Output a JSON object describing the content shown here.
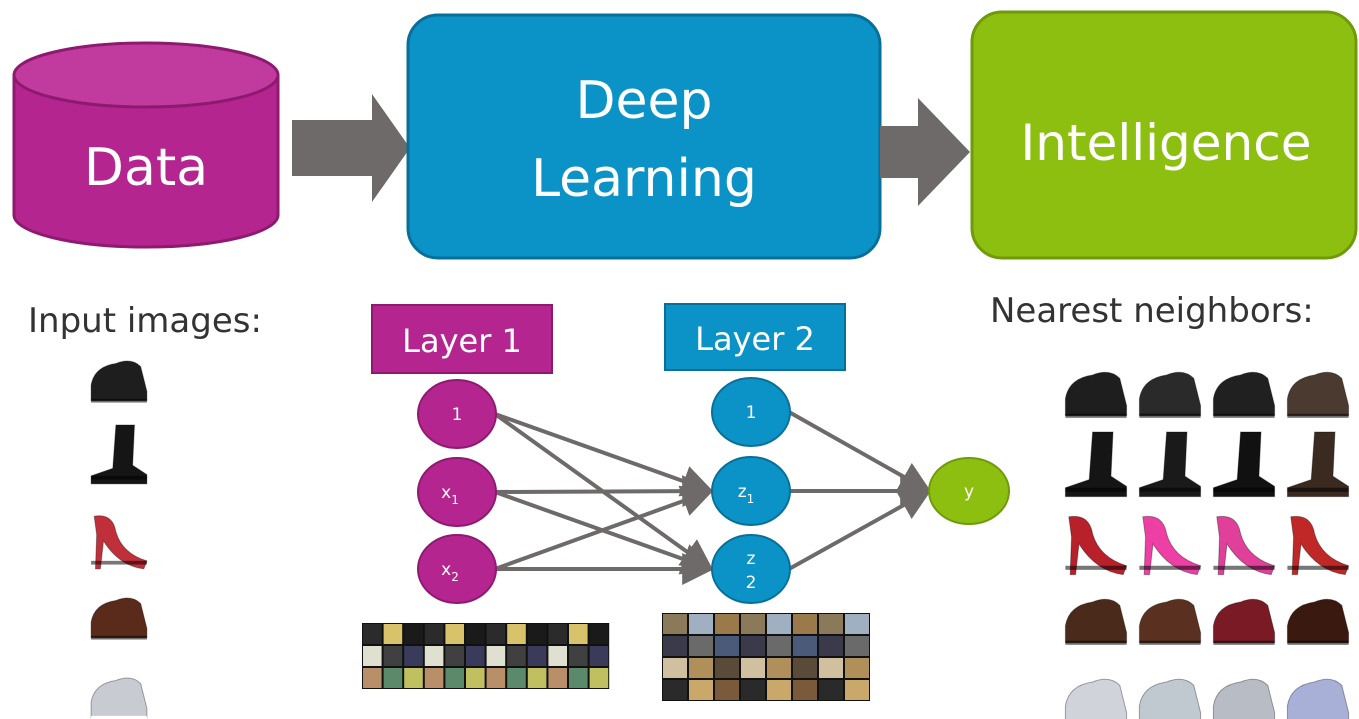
{
  "pipeline": {
    "data_label": "Data",
    "deep_learning_line1": "Deep",
    "deep_learning_line2": "Learning",
    "intelligence_label": "Intelligence"
  },
  "sections": {
    "input_images": "Input images:",
    "nearest_neighbors": "Nearest neighbors:"
  },
  "network": {
    "layer1_label": "Layer 1",
    "layer2_label": "Layer 2",
    "layer1_nodes": [
      {
        "main": "1",
        "sub": ""
      },
      {
        "main": "x",
        "sub": "1"
      },
      {
        "main": "x",
        "sub": "2"
      }
    ],
    "layer2_nodes": [
      {
        "main": "1",
        "sub": ""
      },
      {
        "main": "z",
        "sub": "1"
      },
      {
        "main": "z",
        "sub": "2"
      }
    ],
    "output_node": "y"
  },
  "colors": {
    "magenta": "#b5258f",
    "blue": "#0b93c7",
    "green": "#8dbf10",
    "arrow_gray": "#6f6a6a"
  },
  "shoe_rows": [
    "sneaker",
    "boot",
    "heel",
    "boat-shoe",
    "running-shoe"
  ]
}
